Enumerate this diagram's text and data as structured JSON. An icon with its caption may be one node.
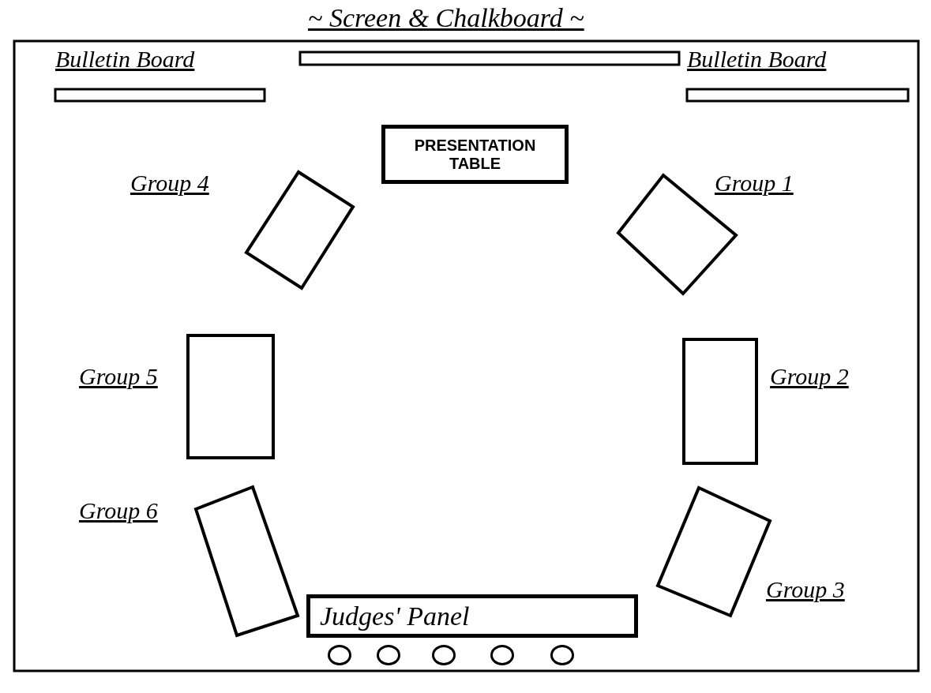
{
  "diagram": {
    "nodes": [
      {
        "text": [
          "Bulletin Board"
        ]
      },
      {
        "text": [
          "~ Screen & Chalkboard ~"
        ]
      },
      {
        "text": [
          "Bulletin Board"
        ]
      },
      {
        "text": [
          "PRESENTATION TABLE"
        ]
      },
      {
        "text": [
          "Group 4"
        ]
      },
      {
        "text": [
          "Group 1"
        ]
      },
      {
        "text": [
          "Group 5"
        ]
      },
      {
        "text": [
          "Group 2"
        ]
      },
      {
        "text": [
          "Group 6"
        ]
      },
      {
        "text": [
          "Group 3"
        ]
      },
      {
        "text": [
          "Judges' Panel"
        ]
      },
      {
        "text": [],
        "shape": "circle"
      },
      {
        "text": [],
        "shape": "circle"
      },
      {
        "text": [],
        "shape": "circle"
      },
      {
        "text": [],
        "shape": "circle"
      },
      {
        "text": [],
        "shape": "circle"
      }
    ]
  }
}
